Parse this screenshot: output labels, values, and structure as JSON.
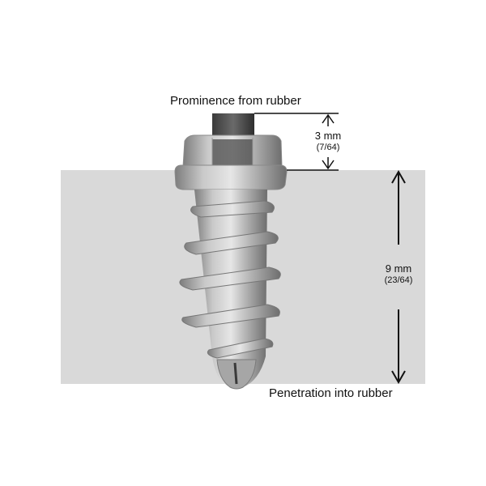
{
  "diagram": {
    "subject": "ice-screw-stud",
    "prominence": {
      "label": "Prominence from rubber",
      "metric": "3 mm",
      "imperial": "(7/64)"
    },
    "penetration": {
      "label": "Penetration into rubber",
      "metric": "9 mm",
      "imperial": "(23/64)"
    },
    "colors": {
      "rubber": "#d9d9d9",
      "background": "#ffffff",
      "lines": "#111111"
    }
  }
}
